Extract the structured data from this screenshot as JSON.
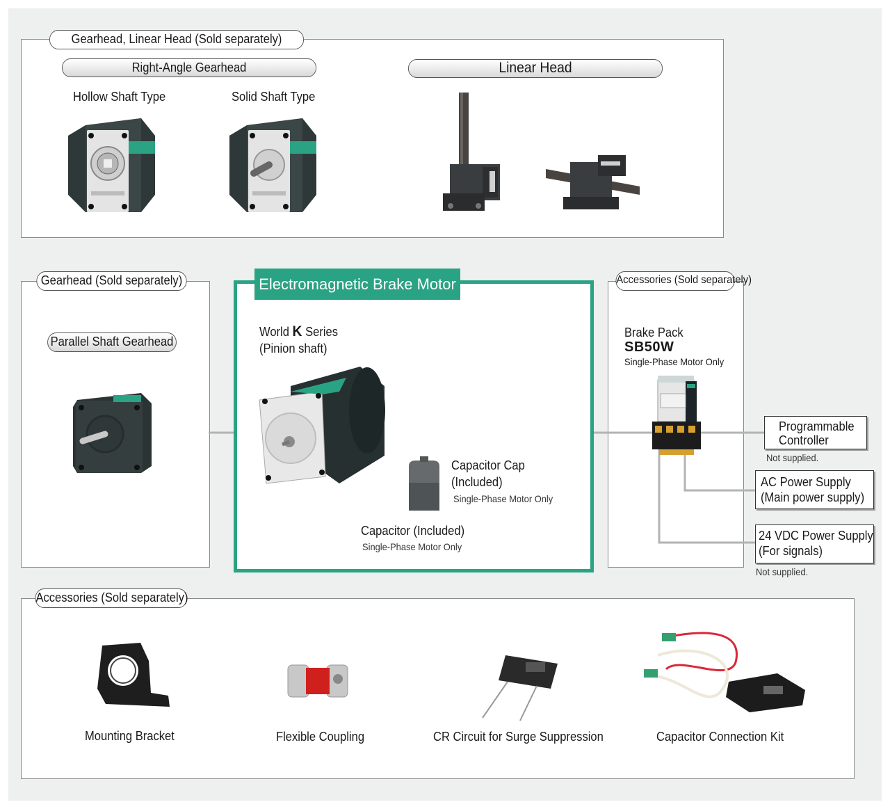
{
  "top_section": {
    "title": "Gearhead, Linear Head (Sold separately)",
    "right_angle": {
      "title": "Right-Angle Gearhead",
      "hollow": "Hollow Shaft Type",
      "solid": "Solid Shaft Type"
    },
    "linear_head": {
      "title": "Linear Head"
    }
  },
  "gearhead_section": {
    "title": "Gearhead (Sold separately)",
    "parallel": "Parallel Shaft Gearhead"
  },
  "motor_section": {
    "title": "Electromagnetic Brake Motor",
    "series_prefix": "World ",
    "series_k": "K",
    "series_suffix": " Series",
    "shaft": "(Pinion shaft)",
    "cap_title": "Capacitor Cap",
    "cap_included": "(Included)",
    "cap_note": "Single-Phase Motor Only",
    "capacitor_title": "Capacitor (Included)",
    "capacitor_note": "Single-Phase Motor Only"
  },
  "accessory_side": {
    "title": "Accessories (Sold separately)",
    "brake_pack": "Brake Pack",
    "model": "SB50W",
    "note": "Single-Phase Motor Only"
  },
  "external": {
    "plc_line1": "Programmable",
    "plc_line2": "Controller",
    "plc_note": "Not supplied.",
    "ac_line1": "AC Power Supply",
    "ac_line2": "(Main power supply)",
    "dc_line1": "24 VDC Power Supply",
    "dc_line2": "(For signals)",
    "dc_note": "Not supplied."
  },
  "bottom_section": {
    "title": "Accessories (Sold separately)",
    "items": [
      "Mounting Bracket",
      "Flexible Coupling",
      "CR Circuit for Surge Suppression",
      "Capacitor Connection Kit"
    ]
  },
  "colors": {
    "accent_green": "#2aa384",
    "panel_border": "#8a8a8a",
    "background": "#edf0ef",
    "line_gray": "#b3b3b3"
  }
}
